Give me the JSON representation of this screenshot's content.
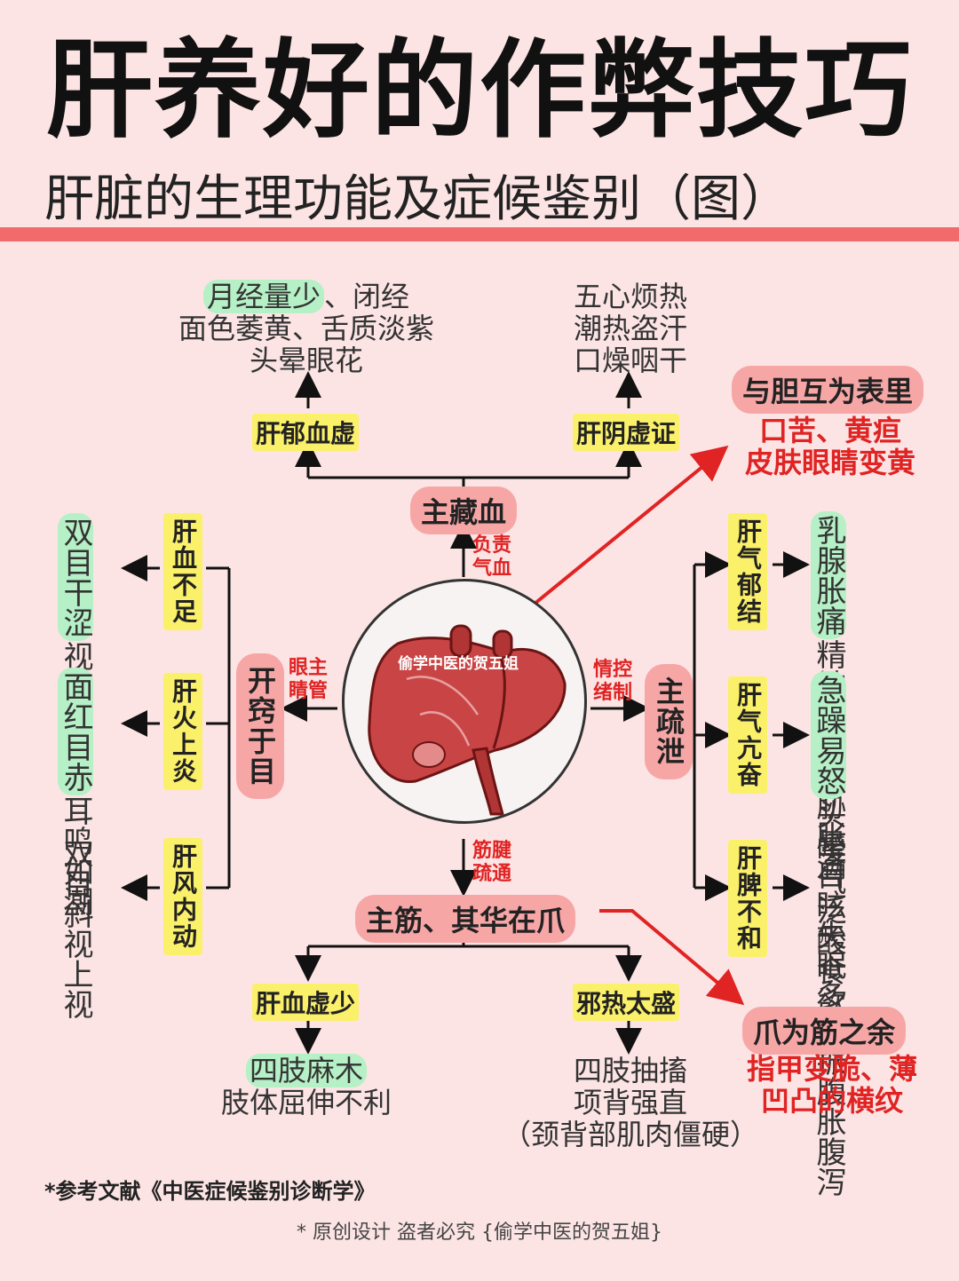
{
  "title": "肝养好的作弊技巧",
  "subtitle": "肝脏的生理功能及症候鉴别（图）",
  "top_left": {
    "line1_hl": "月经量少",
    "line1_rest": "、闭经",
    "line2": "面色萎黄、舌质淡紫",
    "line3": "头晕眼花",
    "label": "肝郁血虚"
  },
  "top_right": {
    "line1": "五心烦热",
    "line2": "潮热盗汗",
    "line3": "口燥咽干",
    "label": "肝阴虚证"
  },
  "gall": {
    "label": "与胆互为表里",
    "line1": "口苦、黄疸",
    "line2": "皮肤眼睛变黄"
  },
  "center_top": {
    "label": "主藏血",
    "note": "负责\n气血"
  },
  "liver": {
    "watermark": "偷学中医的贺五姐"
  },
  "left": {
    "main_label": "开窍于目",
    "note": "眼主\n睛管",
    "items": [
      {
        "label": "肝血不足",
        "col1": "双目干涩",
        "col2": "视物模糊"
      },
      {
        "label": "肝火上炎",
        "col1": "面红目赤",
        "col2": "耳鸣如潮"
      },
      {
        "label": "肝风内动",
        "col1": "双目斜视",
        "col2": "上视"
      }
    ]
  },
  "right": {
    "main_label": "主疏泄",
    "note": "情控\n绪制",
    "items": [
      {
        "label": "肝气郁结",
        "col1": "乳腺胀痛",
        "col2": "精神抑郁",
        "col3": "胸胁胀满"
      },
      {
        "label": "肝气亢奋",
        "col1": "急躁易怒",
        "col2": "头晕目眩",
        "col3": "失眠多梦"
      },
      {
        "label": "肝脾不和",
        "col1": "嗳气泛酸",
        "col2": "食欲不振",
        "col3": "腹胀腹泻"
      }
    ]
  },
  "center_bottom": {
    "label": "主筋、其华在爪",
    "note": "筋腱\n疏通"
  },
  "bottom_left": {
    "label": "肝血虚少",
    "line1": "四肢麻木",
    "line2": "肢体屈伸不利"
  },
  "bottom_right": {
    "label": "邪热太盛",
    "line1": "四肢抽搐",
    "line2": "项背强直",
    "line3": "（颈背部肌肉僵硬）"
  },
  "nail": {
    "label": "爪为筋之余",
    "line1": "指甲变脆、薄",
    "line2": "凹凸的横纹"
  },
  "footnote": "*参考文献《中医症候鉴别诊断学》",
  "footer": "* 原创设计  盗者必究 {偷学中医的贺五姐}",
  "colors": {
    "background": "#fce4e4",
    "accent_red": "#e02323",
    "pink_label": "#f7a6a6",
    "yellow_label": "#fbf06a",
    "green_highlight": "#b6f0c6"
  }
}
